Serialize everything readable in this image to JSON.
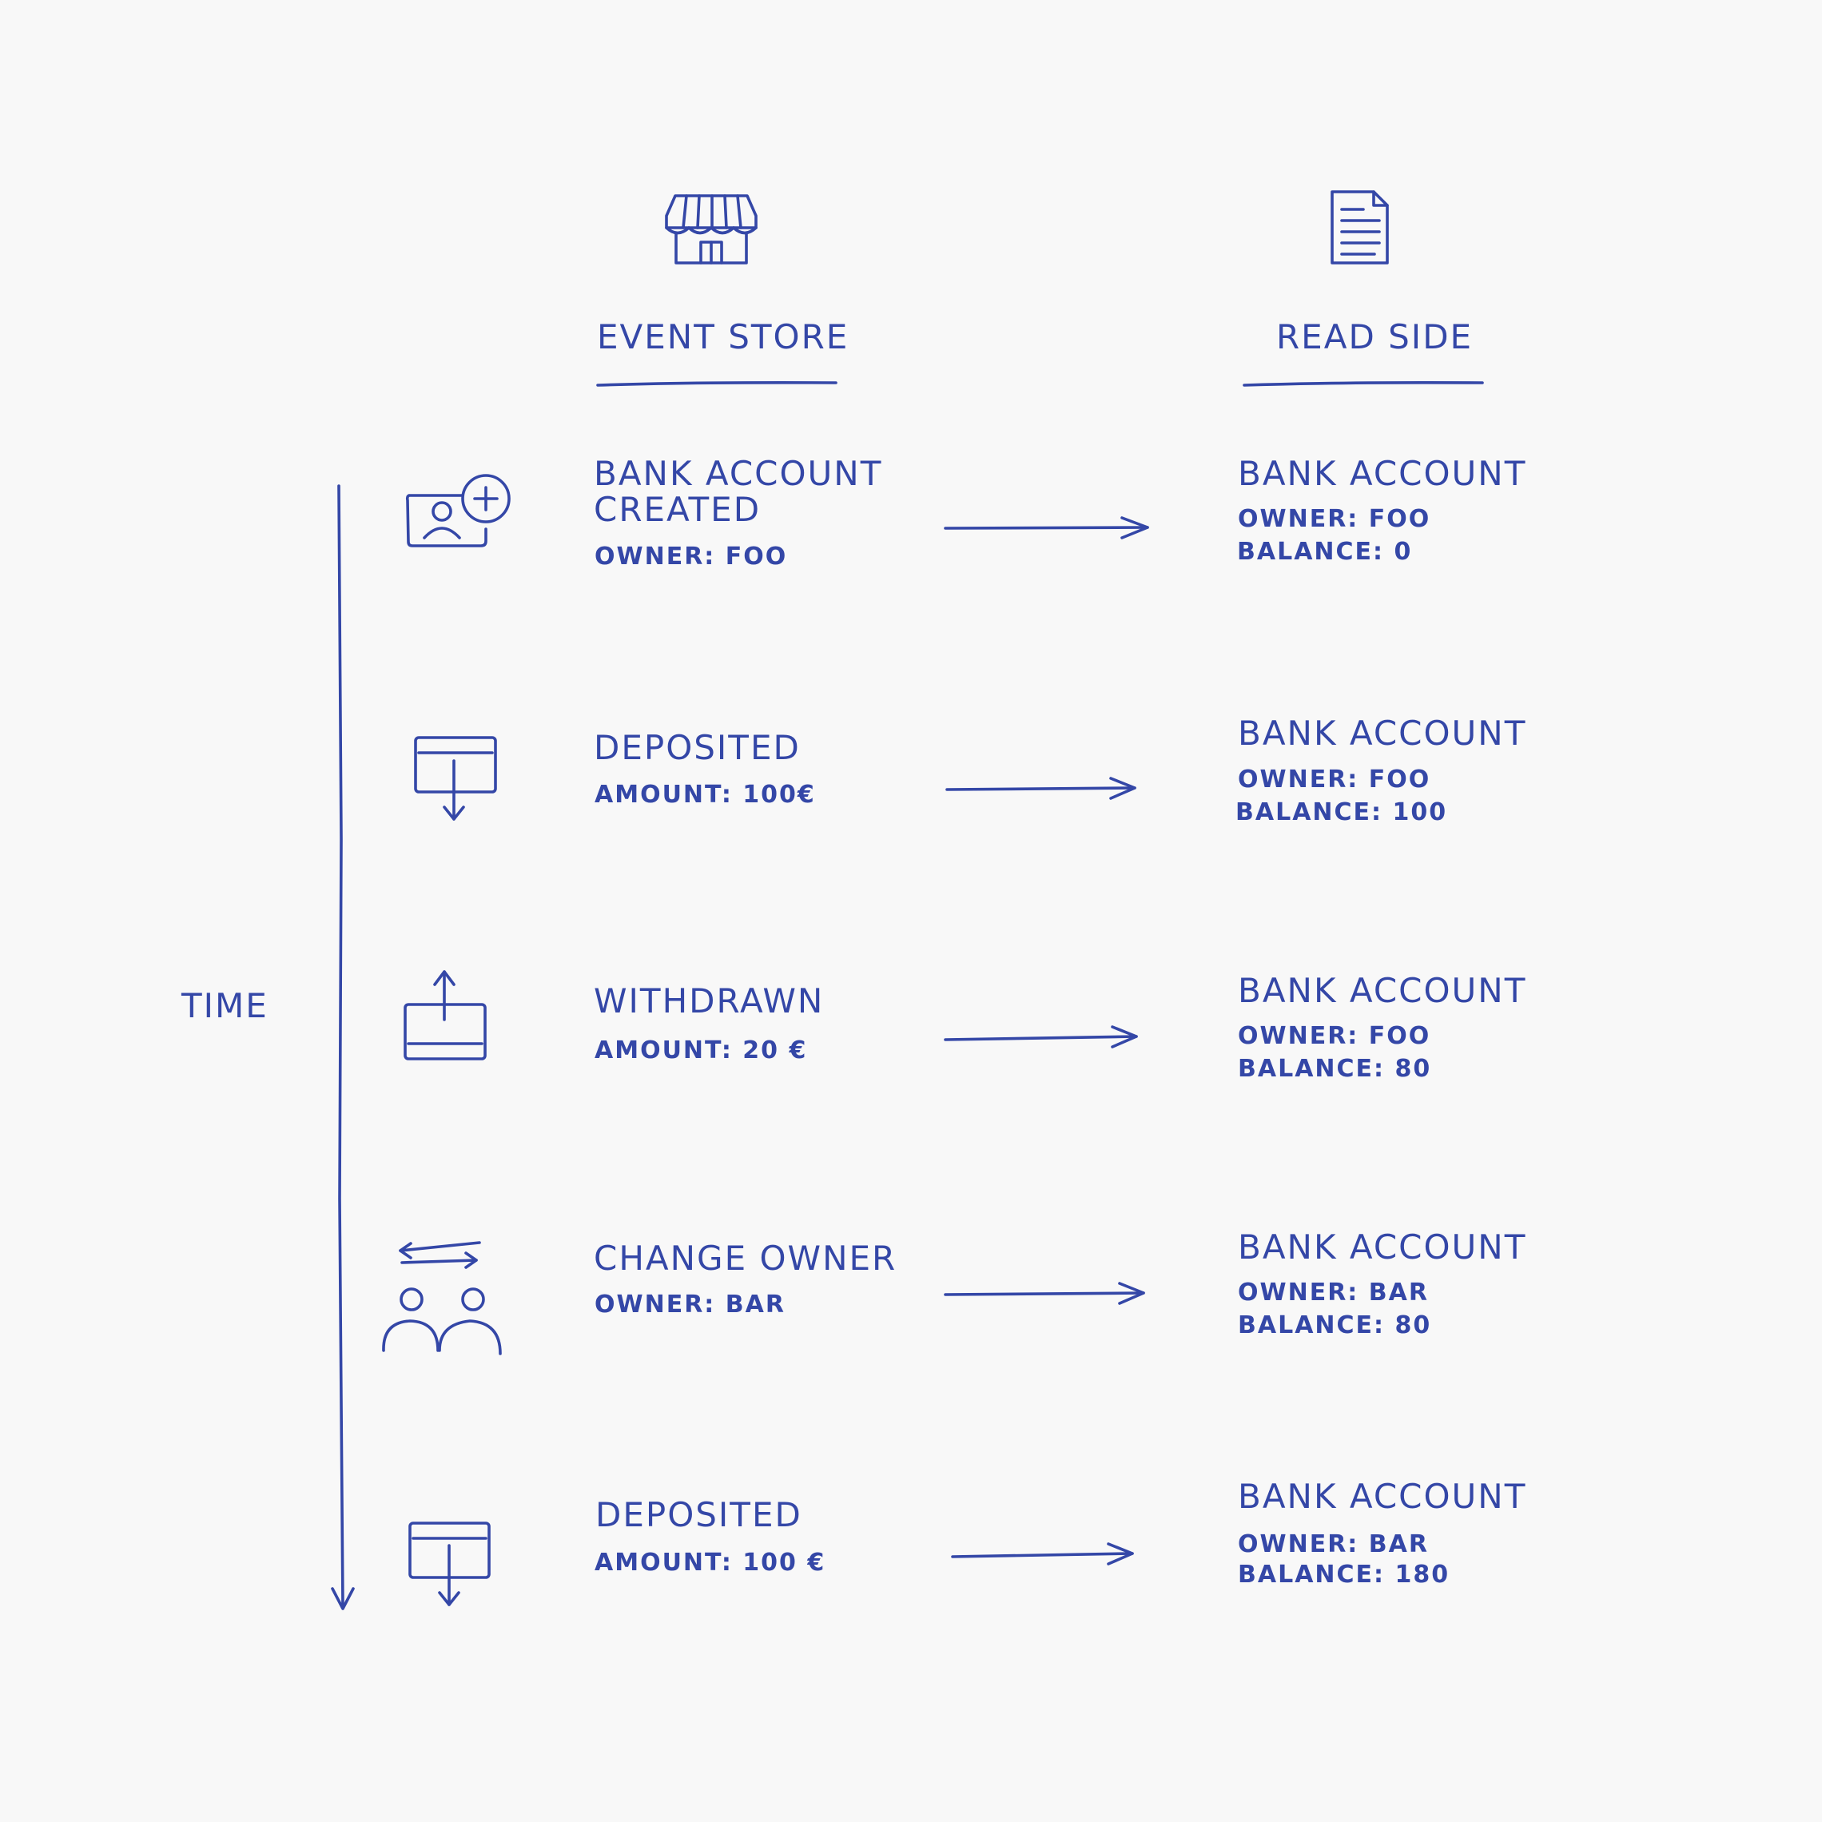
{
  "ink_color": "#3447a7",
  "background_color": "#f8f8f8",
  "columns": {
    "event_store": {
      "title": "EVENT STORE",
      "icon": "store-icon"
    },
    "read_side": {
      "title": "READ SIDE",
      "icon": "document-icon"
    }
  },
  "time_label": "TIME",
  "rows": [
    {
      "event_icon": "account-add-icon",
      "event_title_lines": [
        "BANK ACCOUNT",
        "CREATED"
      ],
      "event_detail": "OWNER: FOO",
      "read_title": "BANK ACCOUNT",
      "read_owner": "OWNER: FOO",
      "read_balance": "BALANCE: 0"
    },
    {
      "event_icon": "deposit-icon",
      "event_title_lines": [
        "DEPOSITED"
      ],
      "event_detail": "AMOUNT: 100€",
      "read_title": "BANK ACCOUNT",
      "read_owner": "OWNER: FOO",
      "read_balance": "BALANCE: 100"
    },
    {
      "event_icon": "withdraw-icon",
      "event_title_lines": [
        "WITHDRAWN"
      ],
      "event_detail": "AMOUNT: 20 €",
      "read_title": "BANK ACCOUNT",
      "read_owner": "OWNER: FOO",
      "read_balance": "BALANCE: 80"
    },
    {
      "event_icon": "transfer-owner-icon",
      "event_title_lines": [
        "CHANGE OWNER"
      ],
      "event_detail": "OWNER: BAR",
      "read_title": "BANK ACCOUNT",
      "read_owner": "OWNER: BAR",
      "read_balance": "BALANCE: 80"
    },
    {
      "event_icon": "deposit-icon",
      "event_title_lines": [
        "DEPOSITED"
      ],
      "event_detail": "AMOUNT: 100 €",
      "read_title": "BANK ACCOUNT",
      "read_owner": "OWNER: BAR",
      "read_balance": "BALANCE: 180"
    }
  ]
}
